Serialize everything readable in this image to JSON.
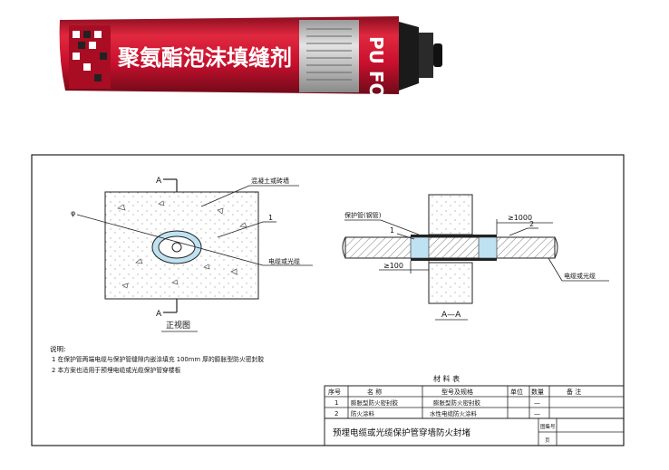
{
  "product": {
    "brand": "PU FOAM",
    "cn_title": "聚氨酯泡沫填缝剂",
    "colors": {
      "can_red": "#c8102e",
      "nozzle": "#222222"
    }
  },
  "drawing": {
    "front_view": {
      "section_mark_top": "A",
      "section_mark_bottom": "A",
      "wall_label": "混凝土或砖墙",
      "callout_1": "1",
      "cable_label": "电缆或光缆",
      "caption": "正视图",
      "phi": "φ"
    },
    "section_view": {
      "pipe_label": "保护管(钢管)",
      "callout_1": "1",
      "callout_2": "2",
      "dim_top": "≥1000",
      "dim_bottom": "≥100",
      "cable_label": "电缆或光缆",
      "caption": "A—A"
    },
    "notes": {
      "title": "说明:",
      "items": [
        "1  在保护管两端电缆与保护管缝隙内嵌涂填充 100mm 厚的膨胀型防火密封胶",
        "2  本方案也适用于预埋电缆或光缆保护管穿楼板"
      ]
    },
    "materials_table": {
      "title": "材 料 表",
      "headers": [
        "序号",
        "名    称",
        "型号及规格",
        "单位",
        "数量",
        "备    注"
      ],
      "rows": [
        [
          "1",
          "膨胀型防火密封胶",
          "膨胀型防火密封胶",
          "",
          "—",
          ""
        ],
        [
          "2",
          "防火涂料",
          "水性电缆防火涂料",
          "",
          "—",
          ""
        ]
      ]
    },
    "title_block": {
      "title": "预埋电缆或光缆保护管穿墙防火封堵",
      "atlas_label": "图集号",
      "page_label": "页"
    }
  }
}
